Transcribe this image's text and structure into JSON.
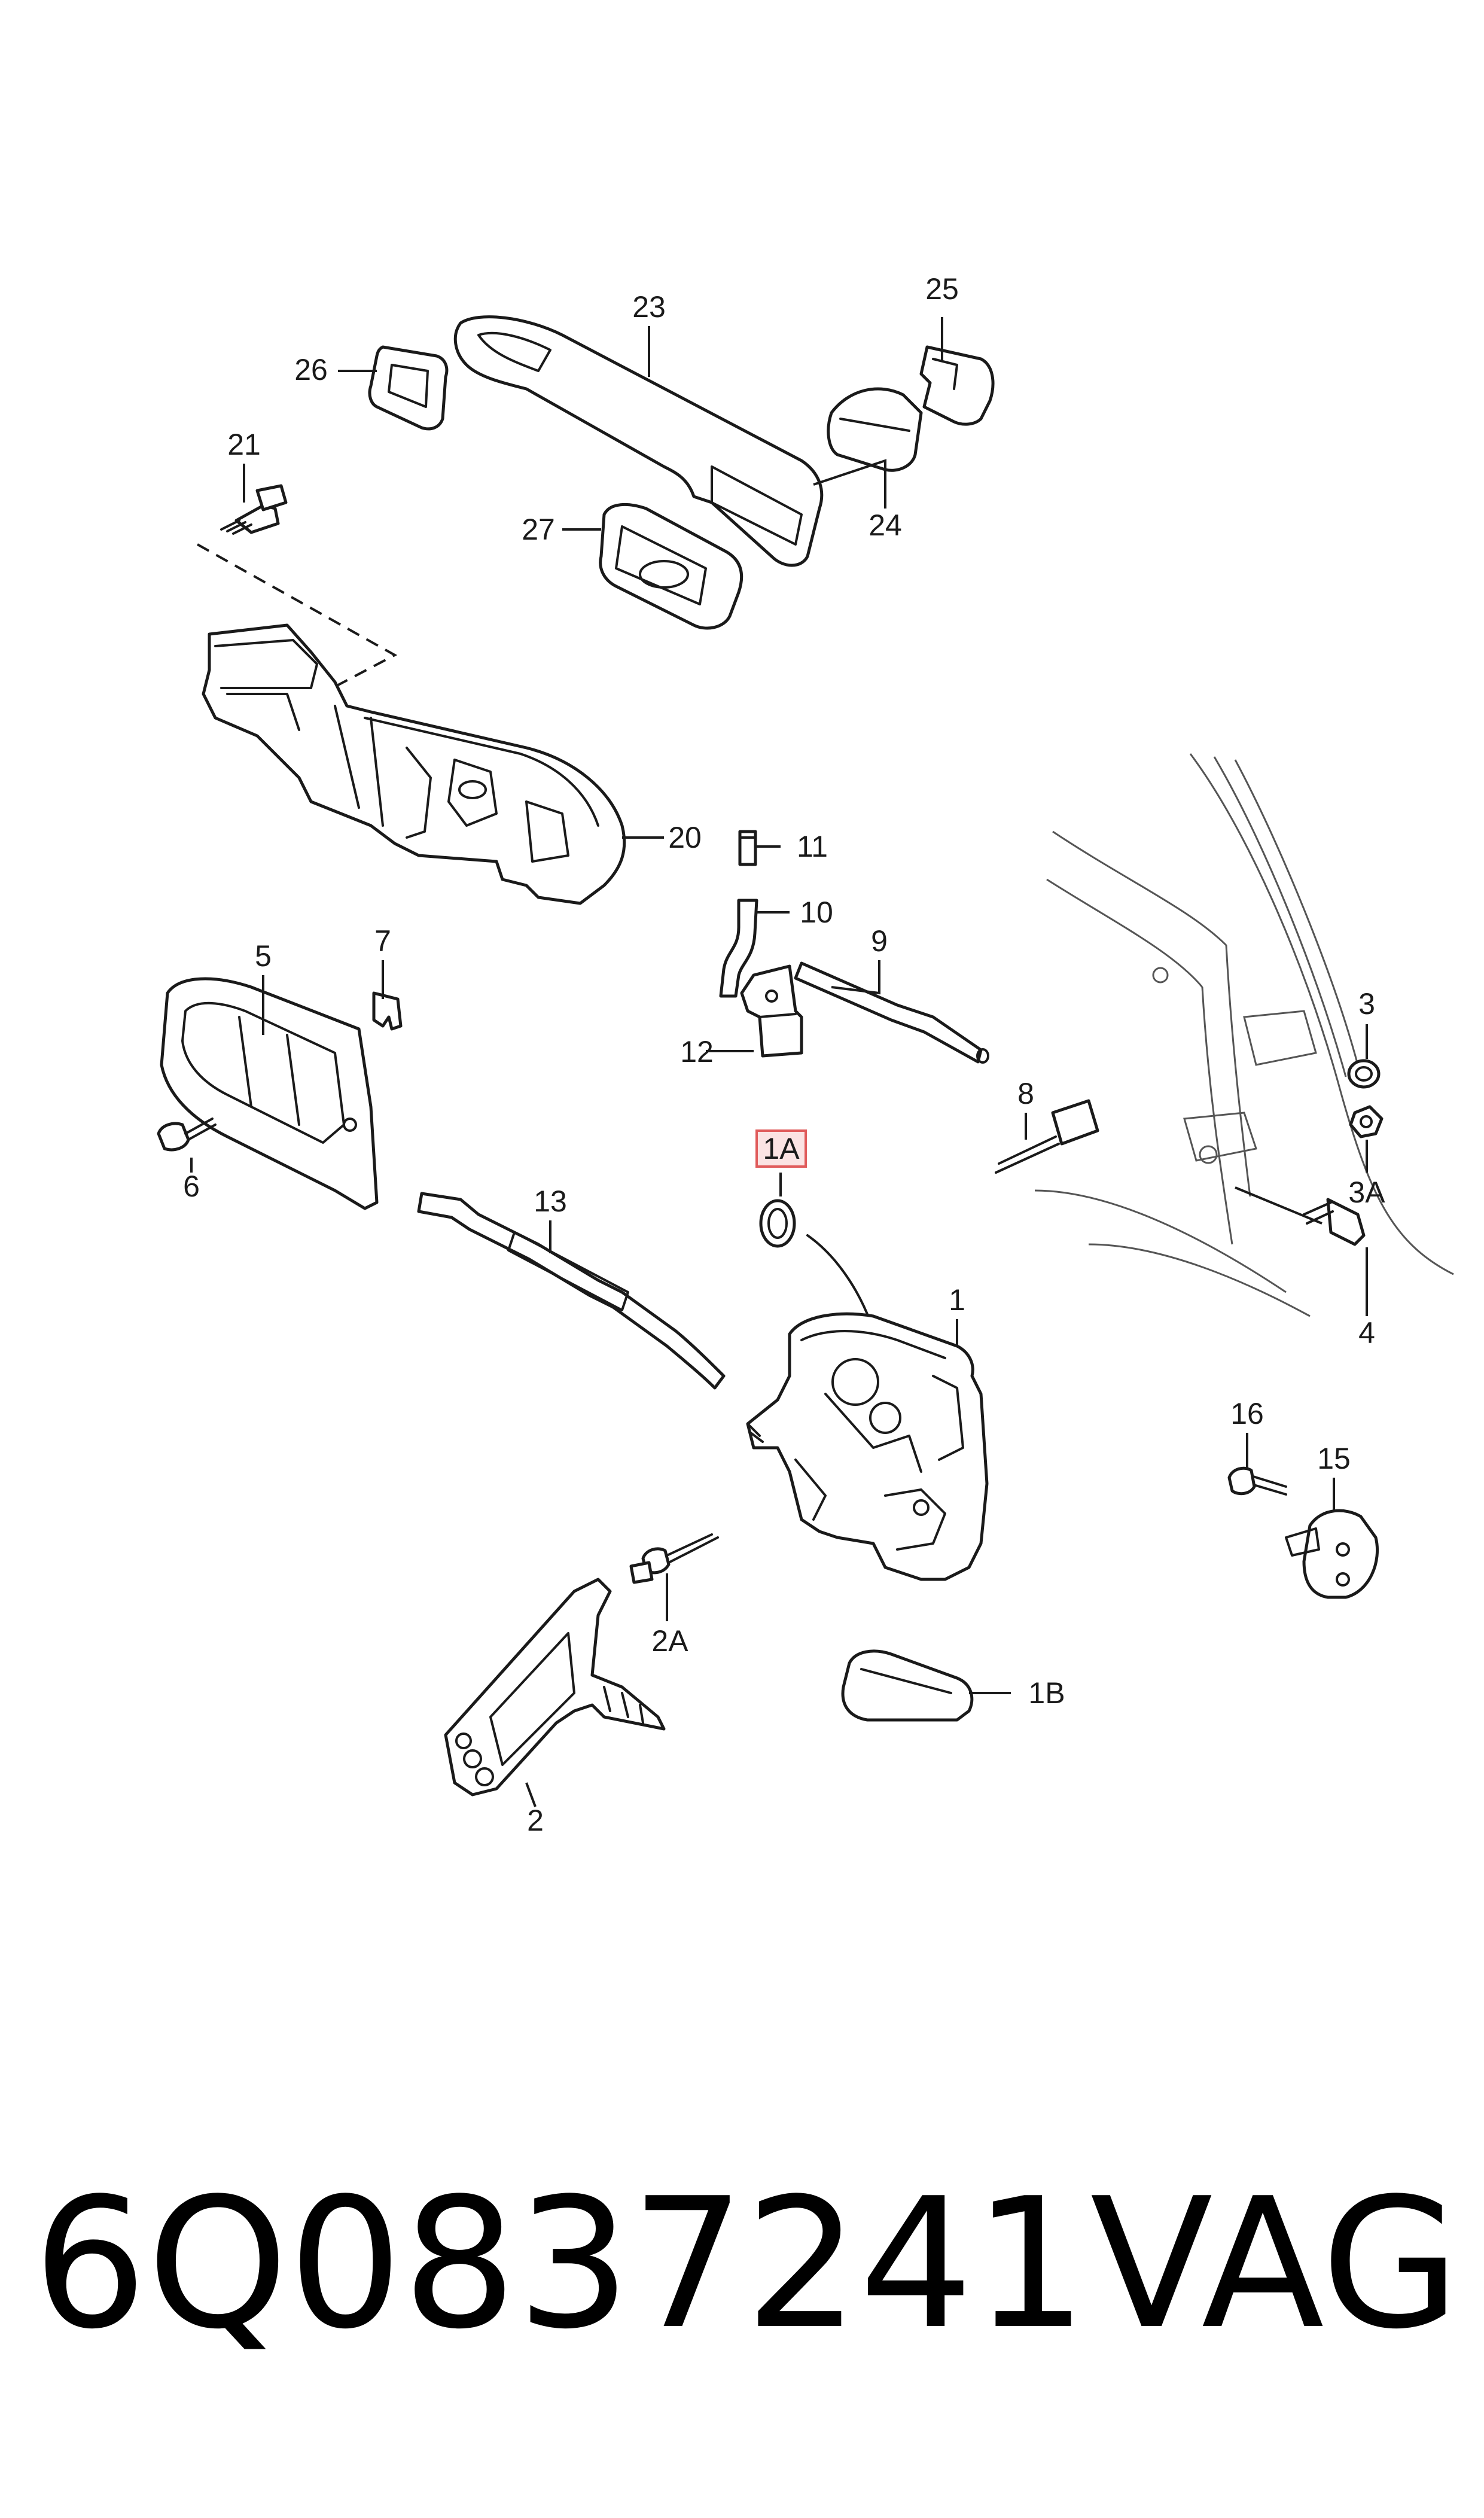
{
  "callouts": {
    "c1": "1",
    "c1A": "1A",
    "c1B": "1B",
    "c2": "2",
    "c2A": "2A",
    "c3": "3",
    "c3A": "3A",
    "c4": "4",
    "c5": "5",
    "c6": "6",
    "c7": "7",
    "c8": "8",
    "c9": "9",
    "c10": "10",
    "c11": "11",
    "c12": "12",
    "c13": "13",
    "c15": "15",
    "c16": "16",
    "c20": "20",
    "c21": "21",
    "c23": "23",
    "c24": "24",
    "c25": "25",
    "c26": "26",
    "c27": "27"
  },
  "highlighted_callout": "1A",
  "colors": {
    "highlight_fill": "#fbe3e3",
    "highlight_border": "#e05b5b",
    "line": "#1a1a1a"
  },
  "footer": {
    "part_number": "6Q0837241",
    "brand": "VAG"
  }
}
